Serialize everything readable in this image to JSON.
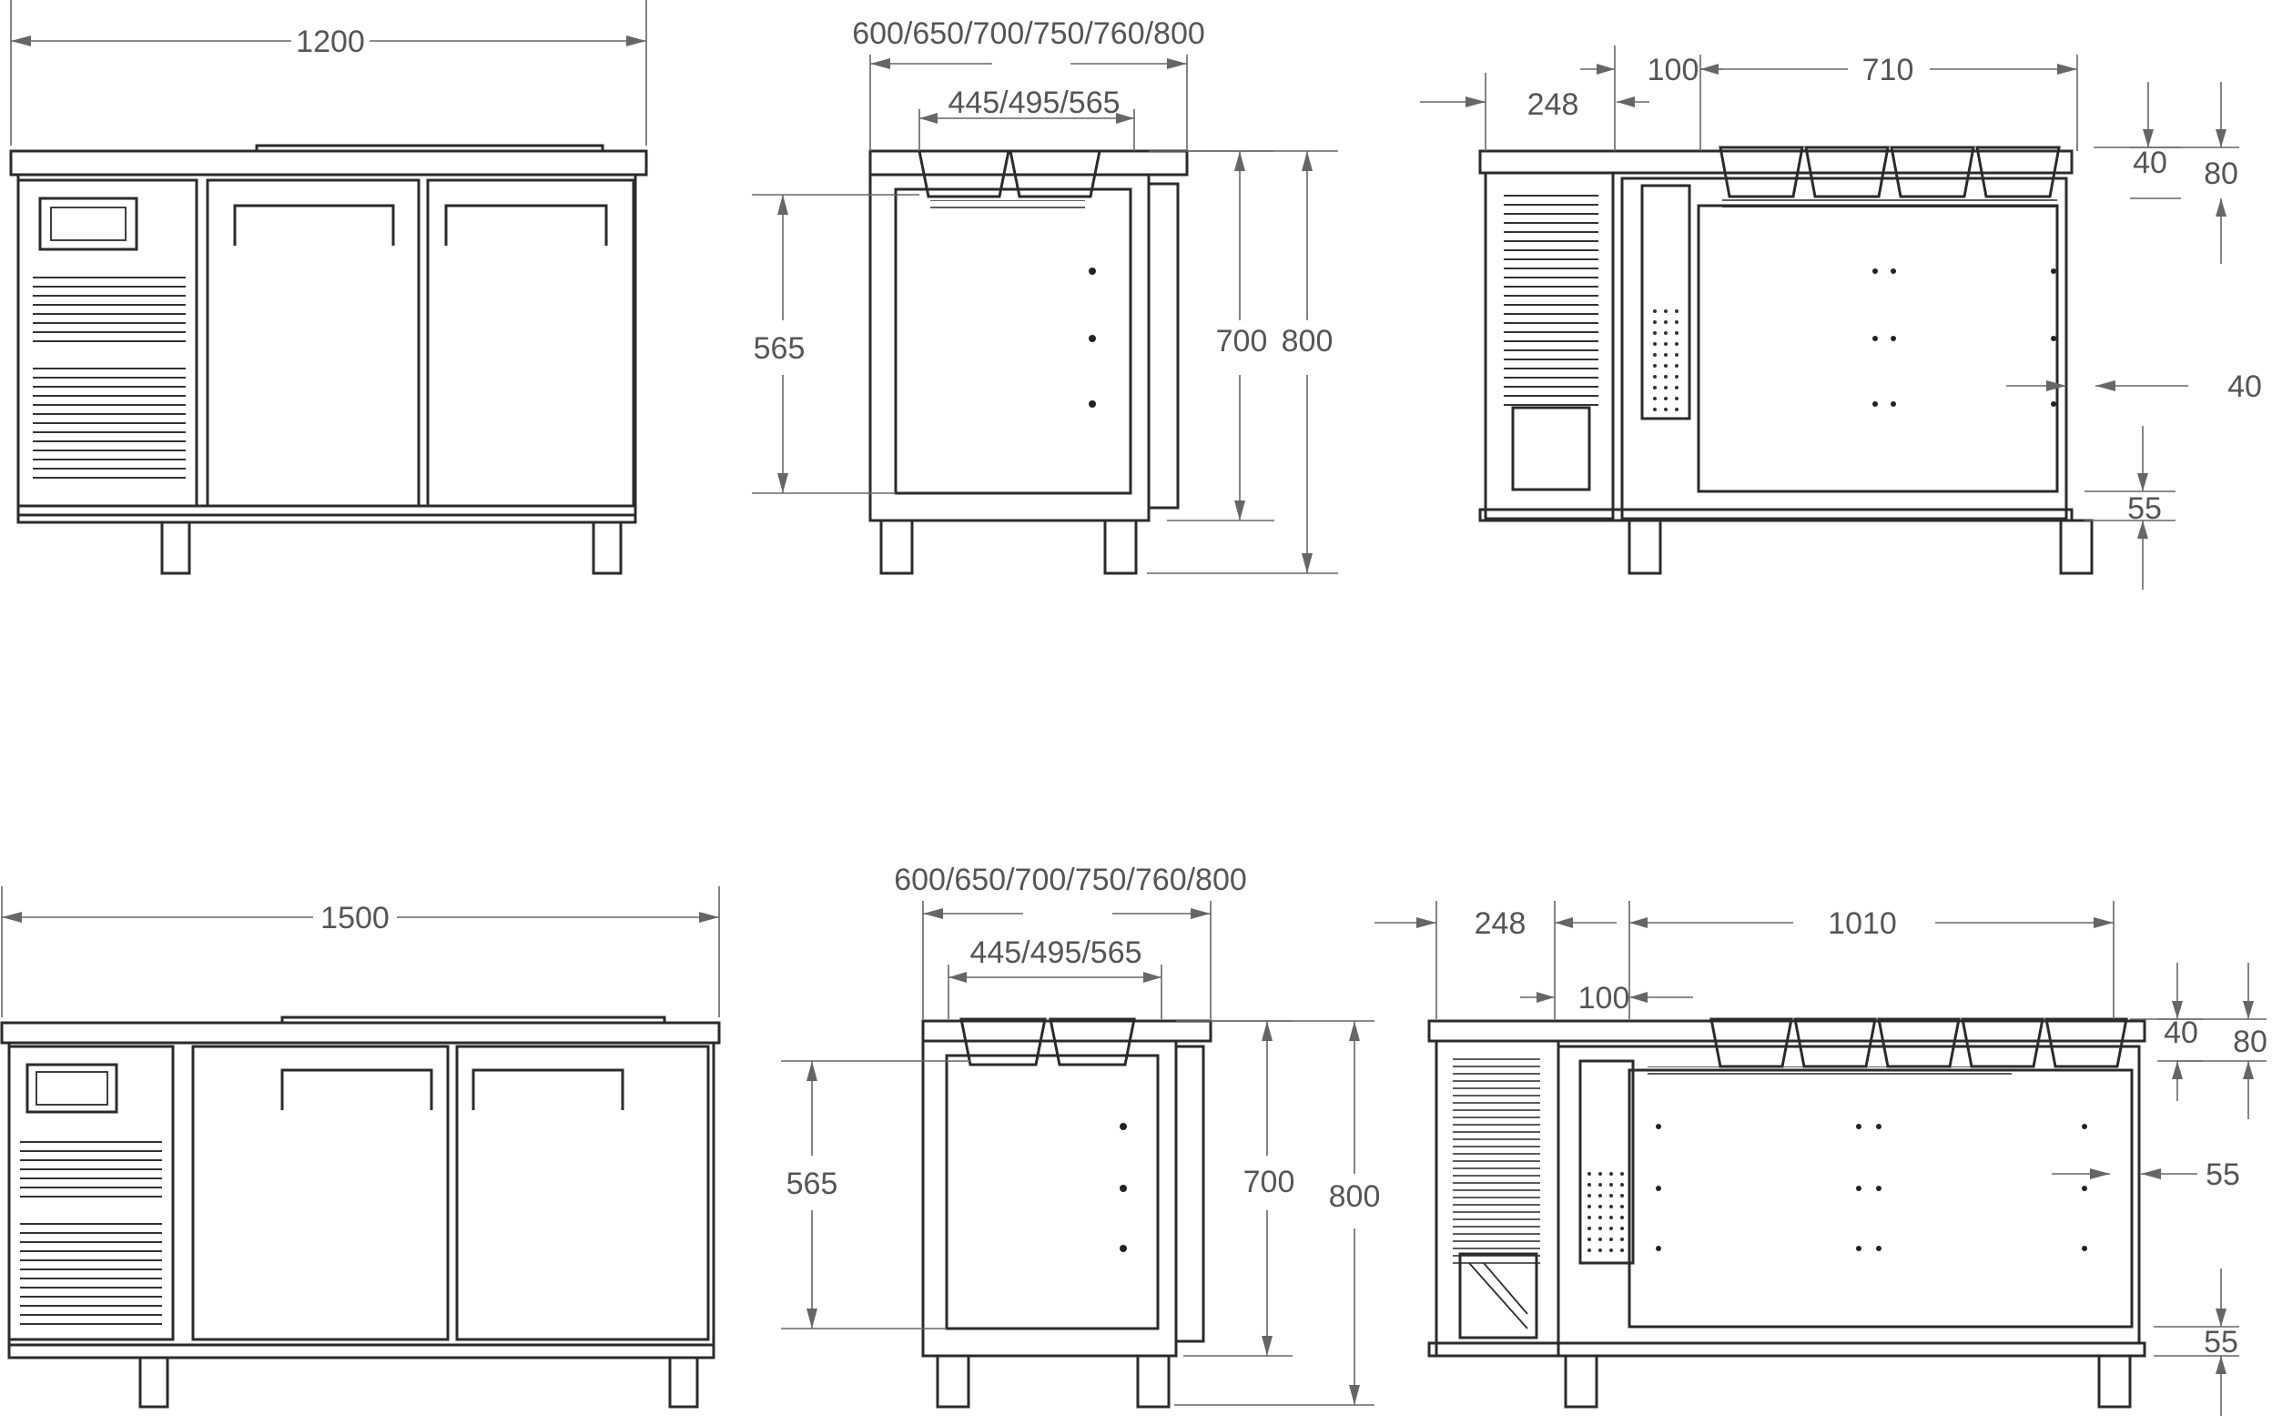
{
  "top_row": {
    "front": {
      "width": "1200"
    },
    "side": {
      "depth": "600/650/700/750/760/800",
      "pan_width": "445/495/565",
      "inner_height": "565",
      "body_height": "700",
      "total_height": "800"
    },
    "section": {
      "compressor": "248",
      "gap": "100",
      "cabinet": "710",
      "pan_depth": "40",
      "top_height": "80",
      "wall": "40",
      "bottom": "55"
    }
  },
  "bottom_row": {
    "front": {
      "width": "1500"
    },
    "side": {
      "depth": "600/650/700/750/760/800",
      "pan_width": "445/495/565",
      "inner_height": "565",
      "body_height": "700",
      "total_height": "800"
    },
    "section": {
      "compressor": "248",
      "gap": "100",
      "cabinet": "1010",
      "pan_depth": "40",
      "top_height": "80",
      "wall": "55",
      "bottom": "55"
    }
  }
}
